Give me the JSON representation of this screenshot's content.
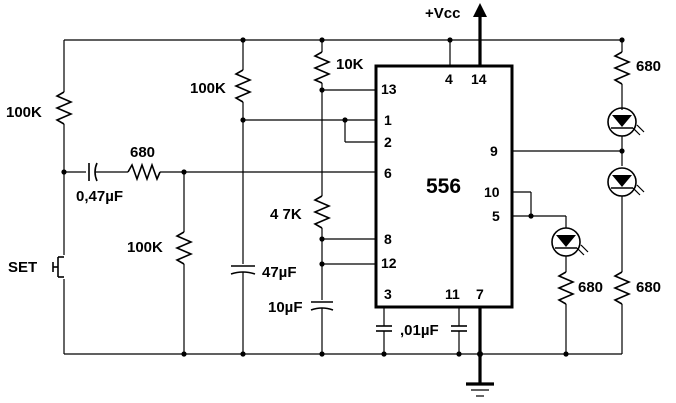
{
  "diagram": {
    "supply_label": "+Vcc",
    "ic": {
      "name": "556",
      "pins": {
        "p13": "13",
        "p1": "1",
        "p2": "2",
        "p6": "6",
        "p8": "8",
        "p12": "12",
        "p3": "3",
        "p4": "4",
        "p14": "14",
        "p11": "11",
        "p7": "7",
        "p9": "9",
        "p10": "10",
        "p5": "5"
      }
    },
    "components": {
      "r_100k_left": "100K",
      "r_680_series": "680",
      "c_047uf": "0,47µF",
      "r_100k_mid": "100K",
      "r_100k_top": "100K",
      "c_47uf": "47µF",
      "r_10k": "10K",
      "r_47k": "4 7K",
      "c_10uf": "10µF",
      "c_01uf": ",01µF",
      "switch_set": "SET",
      "r_680_top_right": "680",
      "r_680_mid_led": "680",
      "r_680_bottom_right": "680"
    }
  }
}
